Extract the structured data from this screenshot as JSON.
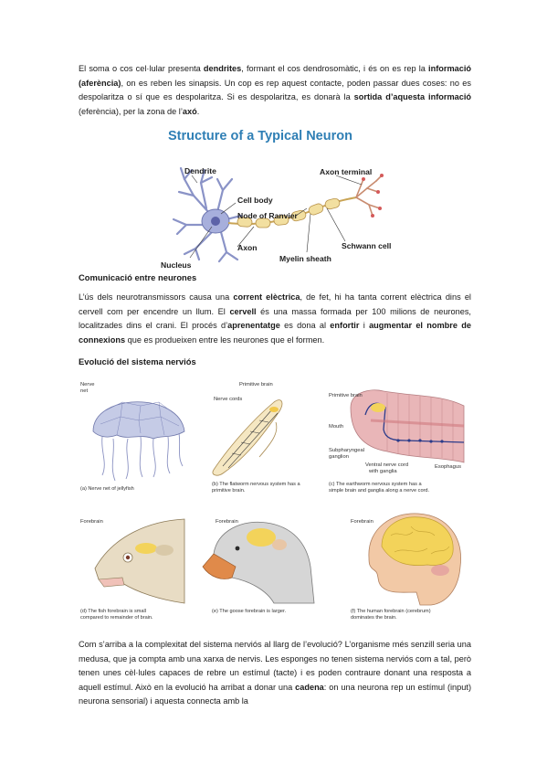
{
  "paragraphs": {
    "p1": {
      "s1": "El soma o cos cel·lular presenta ",
      "b1": "dendrites",
      "s2": ", formant el cos dendrosomàtic, i és on es rep la ",
      "b2": "informació (aferència)",
      "s3": ", on es reben les sinapsis. Un cop es rep aquest contacte, poden passar dues coses: no es despolaritza o sí que es despolaritza. Si es despolaritza, es donarà la ",
      "b3": "sortida d’aquesta informació",
      "s4": " (eferència), per la zona de l’",
      "b4": "axó",
      "s5": "."
    },
    "p2": {
      "s1": "L’ús dels neurotransmissors causa una ",
      "b1": "corrent elèctrica",
      "s2": ", de fet, hi ha tanta corrent elèctrica dins el cervell com per encendre un llum. El ",
      "b2": "cervell",
      "s3": " és una massa formada per 100 milions de neurones, localitzades dins el crani. El procés d’",
      "b3": "aprenentatge",
      "s4": " es dona al ",
      "b4": "enfortir",
      "s5": " i ",
      "b5": "augmentar el nombre de connexions",
      "s6": " que es produeixen entre les neurones que el formen."
    },
    "p3": {
      "s1": "Com s’arriba a la complexitat del sistema nerviós al llarg de l’evolució? L’organisme més senzill seria una medusa, que ja compta amb una xarxa de nervis. Les esponges no tenen sistema nerviós com a tal, però tenen unes cèl·lules capaces de rebre un estímul (tacte) i es poden contraure donant una resposta a aquell estímul. Això en la evolució ha arribat a donar una ",
      "b1": "cadena",
      "s2": ": on una neurona rep un estímul (input) neurona sensorial) i aquesta connecta amb la"
    }
  },
  "headings": {
    "communication": "Comunicació entre neurones",
    "evolution": "Evolució del sistema nerviós"
  },
  "neuron_figure": {
    "title": "Structure of a Typical Neuron",
    "labels": {
      "dendrite": "Dendrite",
      "cell_body": "Cell body",
      "node_ranvier": "Node of Ranvier",
      "axon": "Axon",
      "nucleus": "Nucleus",
      "axon_terminal": "Axon terminal",
      "schwann_cell": "Schwann cell",
      "myelin_sheath": "Myelin sheath"
    }
  },
  "evolution_figure": {
    "panels": {
      "a": {
        "caption1": "(a) Nerve net of jellyfish",
        "caption2": "",
        "labels": [
          "Nerve",
          "net"
        ]
      },
      "b": {
        "caption1": "(b) The flatworm nervous system has a",
        "caption2": "primitive brain.",
        "labels": [
          "Primitive brain",
          "Nerve cords"
        ]
      },
      "c": {
        "caption1": "(c) The earthworm nervous system has a",
        "caption2": "simple brain and ganglia along a nerve cord.",
        "labels": [
          "Primitive brain",
          "Mouth",
          "Subpharyngeal",
          "ganglion",
          "Ventral nerve cord",
          "with ganglia",
          "Esophagus"
        ]
      },
      "d": {
        "caption1": "(d) The fish forebrain is small",
        "caption2": "compared to remainder of brain.",
        "labels": [
          "Forebrain"
        ]
      },
      "e": {
        "caption1": "(e) The goose forebrain is larger.",
        "caption2": "",
        "labels": [
          "Forebrain"
        ]
      },
      "f": {
        "caption1": "(f) The human forebrain (cerebrum)",
        "caption2": "dominates the brain.",
        "labels": [
          "Forebrain"
        ]
      }
    }
  },
  "colors": {
    "title_blue": "#2f7fb5",
    "myelin": "#f2dfa0",
    "dendrite": "#8a93c7",
    "brain_yellow": "#f3d35a"
  }
}
